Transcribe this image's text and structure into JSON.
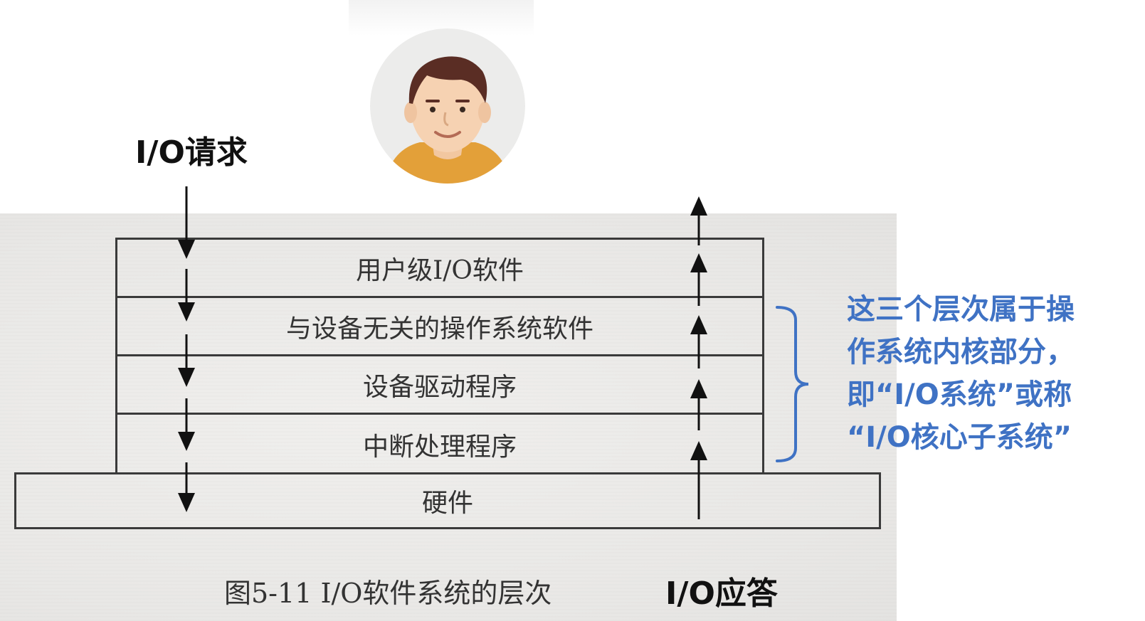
{
  "labels": {
    "io_request": "I/O请求",
    "io_response": "I/O应答",
    "caption": "图5-11   I/O软件系统的层次"
  },
  "layers": [
    "用户级I/O软件",
    "与设备无关的操作系统软件",
    "设备驱动程序",
    "中断处理程序"
  ],
  "hardware": "硬件",
  "annotation": {
    "lines": [
      "这三个层次属于操",
      "作系统内核部分，",
      "即“I/O系统”或称",
      "“I/O核心子系统”"
    ]
  },
  "colors": {
    "annotation": "#3f72c4",
    "lines": "#3a3a3a"
  }
}
